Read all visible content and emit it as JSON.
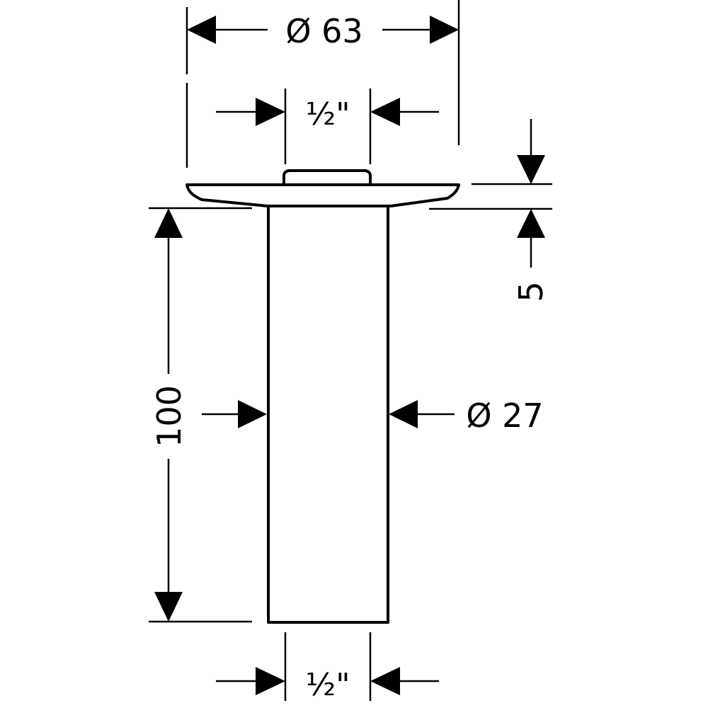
{
  "dimensions": {
    "flange_diameter": "Ø 63",
    "top_thread": "½\"",
    "flange_thickness": "5",
    "pipe_length": "100",
    "pipe_diameter": "Ø 27",
    "bottom_thread": "½\""
  },
  "colors": {
    "line": "#000000",
    "background": "#ffffff"
  }
}
